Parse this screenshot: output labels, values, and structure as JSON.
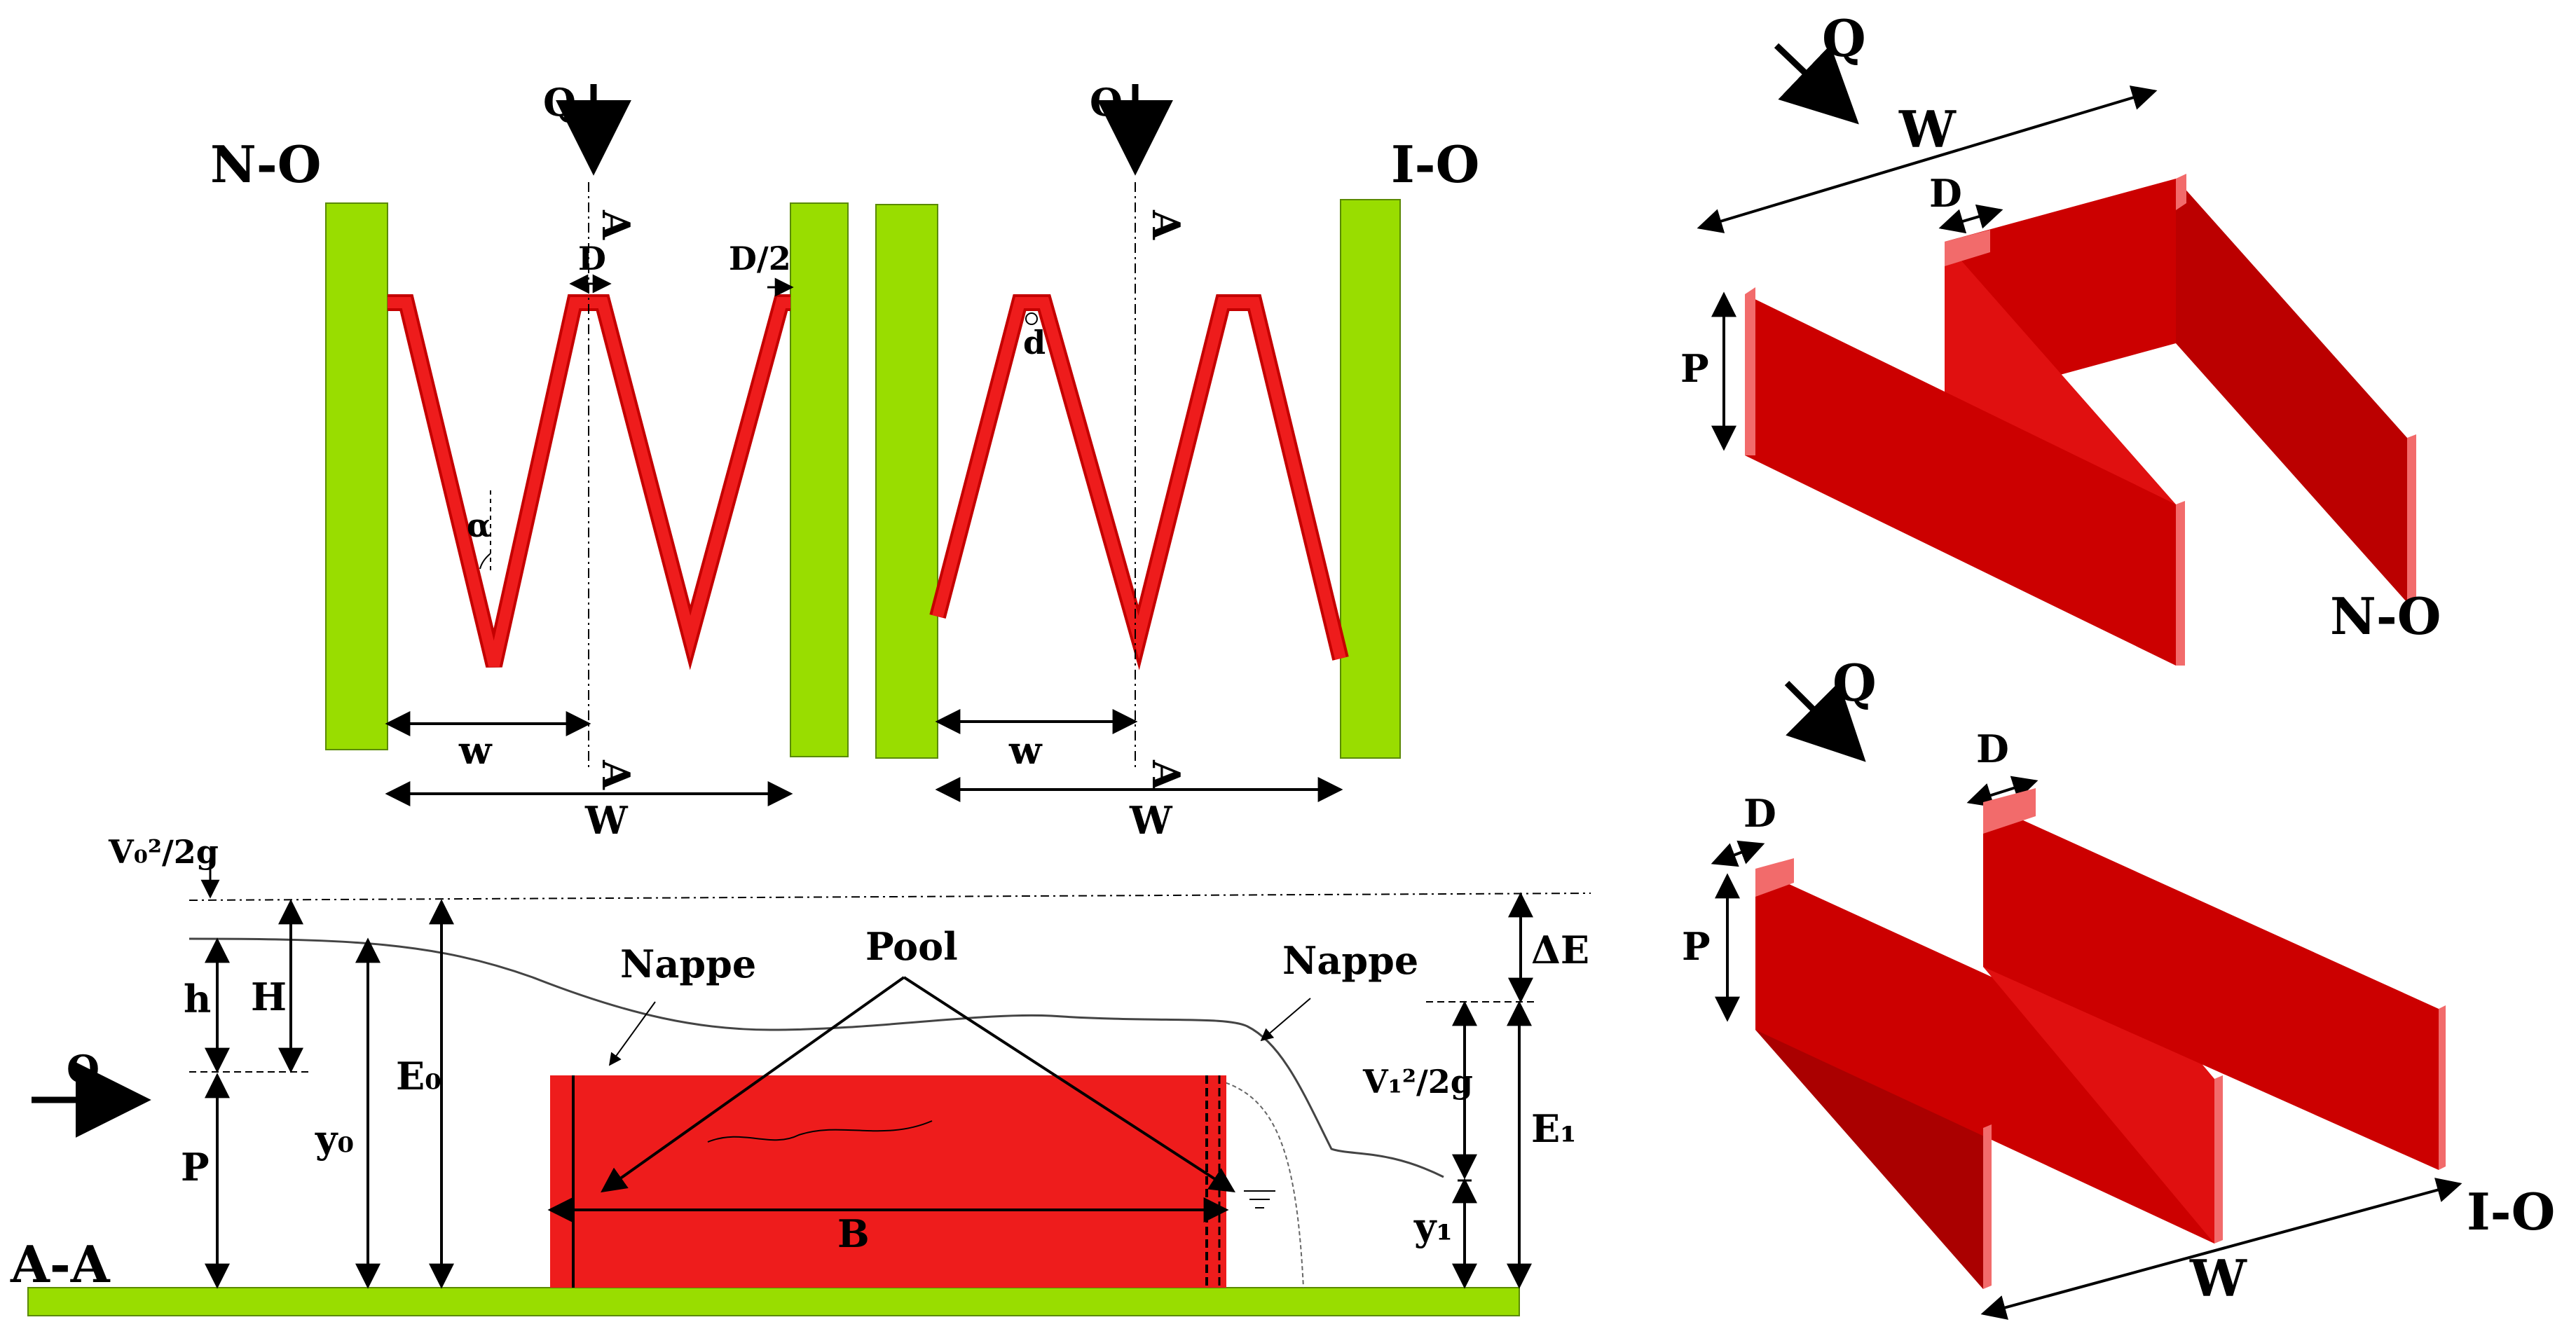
{
  "colors": {
    "weir_red": "#ee1c1c",
    "weir_dark": "#cc0000",
    "weir_light": "#f26b6b",
    "wall_green": "#99dd00"
  },
  "plan": {
    "no_title": "N-O",
    "io_title": "I-O",
    "flow": "Q",
    "section_mark": "A",
    "D": "D",
    "D_half": "D/2",
    "d": "d",
    "alpha": "α",
    "w": "w",
    "W": "W"
  },
  "section": {
    "title": "A-A",
    "v0_head": "V₀²/2g",
    "v1_head": "V₁²/2g",
    "h": "h",
    "H": "H",
    "P": "P",
    "Q": "Q",
    "E0": "E₀",
    "E1": "E₁",
    "y0": "y₀",
    "y1": "y₁",
    "B": "B",
    "nappe_left": "Nappe",
    "nappe_right": "Nappe",
    "pool": "Pool",
    "dE": "ΔE"
  },
  "iso_no": {
    "flow": "Q",
    "W": "W",
    "D": "D",
    "P": "P",
    "label": "N-O"
  },
  "iso_io": {
    "flow": "Q",
    "D_top": "D",
    "D_left": "D",
    "P": "P",
    "W": "W",
    "label": "I-O"
  }
}
